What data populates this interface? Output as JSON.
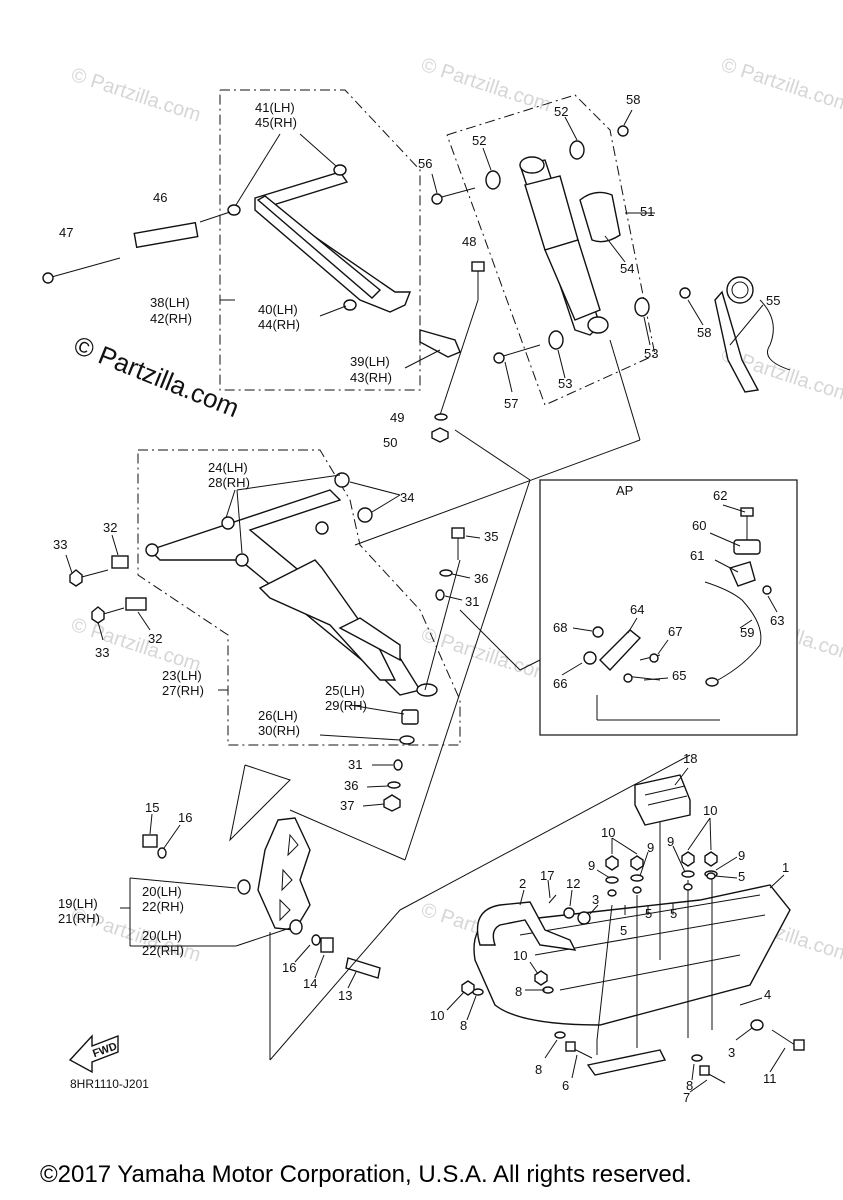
{
  "watermark": {
    "main": "© Partzilla.com",
    "faint": "© Partzilla.com"
  },
  "labels": {
    "p41_45": [
      "41(LH)",
      "45(RH)"
    ],
    "p46": "46",
    "p47": "47",
    "p38_42": [
      "38(LH)",
      "42(RH)"
    ],
    "p40_44": [
      "40(LH)",
      "44(RH)"
    ],
    "p39_43": [
      "39(LH)",
      "43(RH)"
    ],
    "p48": "48",
    "p49": "49",
    "p50": "50",
    "p56": "56",
    "p52a": "52",
    "p52b": "52",
    "p58a": "58",
    "p51": "51",
    "p54": "54",
    "p55": "55",
    "p58b": "58",
    "p53a": "53",
    "p53b": "53",
    "p57": "57",
    "p24_28": [
      "24(LH)",
      "28(RH)"
    ],
    "p34": "34",
    "p32a": "32",
    "p33a": "33",
    "p32b": "32",
    "p33b": "33",
    "p35": "35",
    "p36a": "36",
    "p31a": "31",
    "p23_27": [
      "23(LH)",
      "27(RH)"
    ],
    "p25_29": [
      "25(LH)",
      "29(RH)"
    ],
    "p26_30": [
      "26(LH)",
      "30(RH)"
    ],
    "p31b": "31",
    "p36b": "36",
    "p37": "37",
    "ap": "AP",
    "p62": "62",
    "p60": "60",
    "p61": "61",
    "p63": "63",
    "p59": "59",
    "p64": "64",
    "p68": "68",
    "p67": "67",
    "p66": "66",
    "p65": "65",
    "p15": "15",
    "p16a": "16",
    "p19_21": [
      "19(LH)",
      "21(RH)"
    ],
    "p20_22a": [
      "20(LH)",
      "22(RH)"
    ],
    "p20_22b": [
      "20(LH)",
      "22(RH)"
    ],
    "p16b": "16",
    "p14": "14",
    "p13": "13",
    "p18": "18",
    "p10a": "10",
    "p10b": "10",
    "p9a": "9",
    "p9b": "9",
    "p9c": "9",
    "p9d": "9",
    "p5a": "5",
    "p5b": "5",
    "p5c": "5",
    "p5d": "5",
    "p1": "1",
    "p17": "17",
    "p12": "12",
    "p2": "2",
    "p3a": "3",
    "p10c": "10",
    "p8a": "8",
    "p10d": "10",
    "p8b": "8",
    "p4": "4",
    "p3b": "3",
    "p8c": "8",
    "p6": "6",
    "p8d": "8",
    "p7": "7",
    "p11": "11",
    "fwd": "FWD",
    "drawing_code": "8HR1110-J201"
  },
  "footer": {
    "copyright": "©2017 Yamaha Motor Corporation, U.S.A. All rights reserved."
  }
}
